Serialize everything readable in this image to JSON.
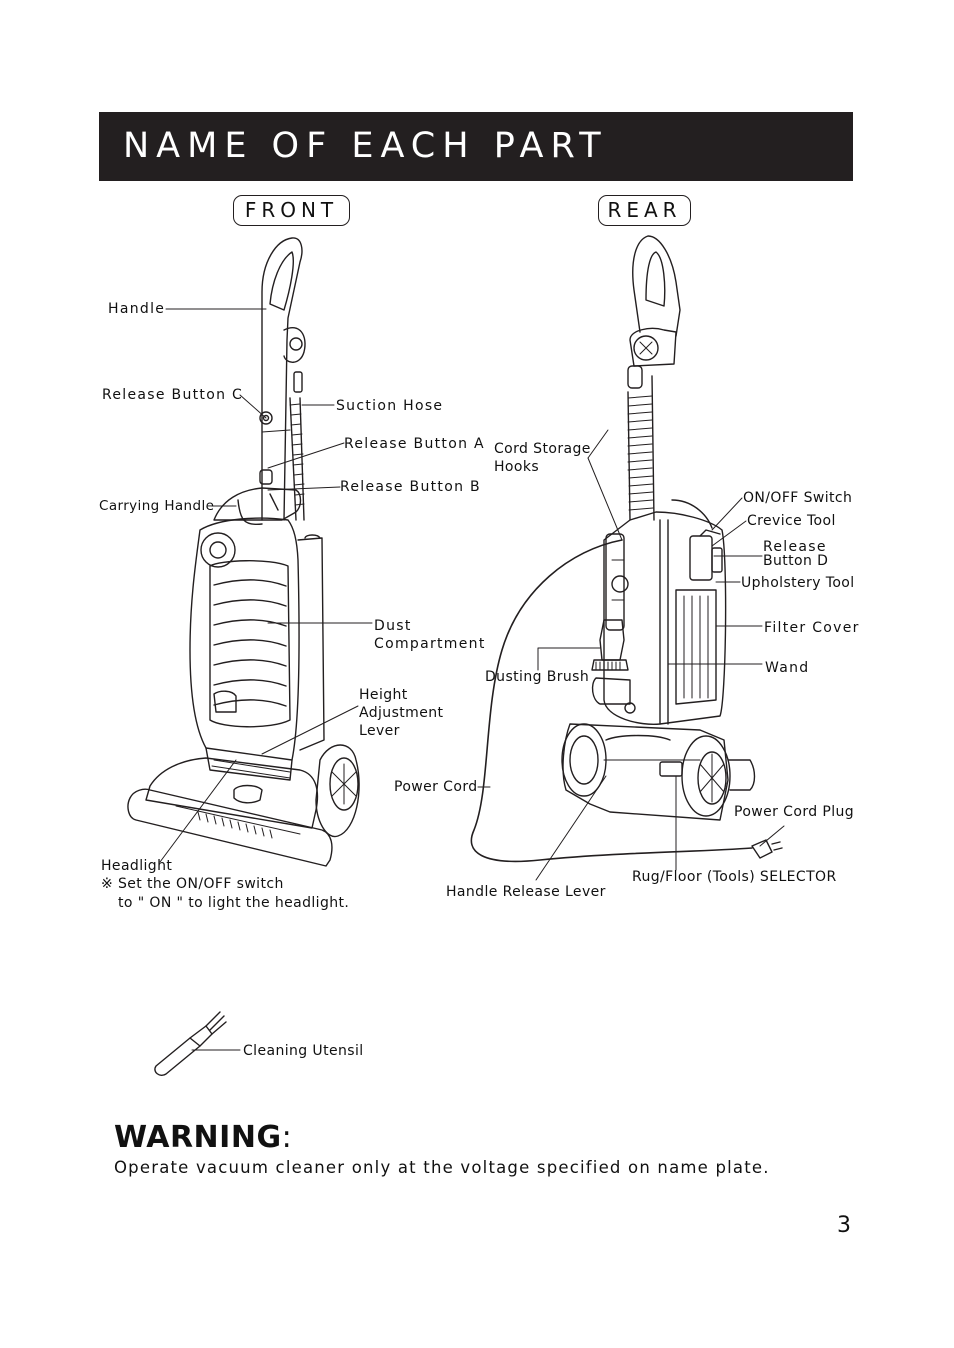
{
  "title": "NAME OF EACH PART",
  "front_label": "FRONT",
  "rear_label": "REAR",
  "front_parts": {
    "handle": "Handle",
    "release_button_c": "Release Button C",
    "suction_hose": "Suction Hose",
    "release_button_a": "Release Button A",
    "release_button_b": "Release Button B",
    "carrying_handle": "Carrying Handle",
    "dust_compartment_line1": "Dust",
    "dust_compartment_line2": "Compartment",
    "height_adjustment_line1": "Height",
    "height_adjustment_line2": "Adjustment",
    "height_adjustment_line3": "Lever",
    "headlight": "Headlight",
    "headlight_note_line1": "※ Set the ON/OFF switch",
    "headlight_note_line2": "to \" ON \" to light the headlight.",
    "cleaning_utensil": "Cleaning Utensil"
  },
  "rear_parts": {
    "cord_storage_line1": "Cord Storage",
    "cord_storage_line2": "Hooks",
    "on_off_switch": "ON/OFF Switch",
    "crevice_tool": "Crevice Tool",
    "release_button_d_line1": "Release",
    "release_button_d_line2": "Button D",
    "upholstery_tool": "Upholstery Tool",
    "filter_cover": "Filter Cover",
    "wand": "Wand",
    "dusting_brush": "Dusting Brush",
    "power_cord": "Power Cord",
    "power_cord_plug": "Power Cord Plug",
    "rug_floor_selector": "Rug/Floor (Tools) SELECTOR",
    "handle_release_lever": "Handle Release Lever"
  },
  "warning": {
    "title": "WARNING",
    "colon": ":",
    "text": "Operate vacuum cleaner only at the voltage specified on name plate."
  },
  "page_number": "3"
}
